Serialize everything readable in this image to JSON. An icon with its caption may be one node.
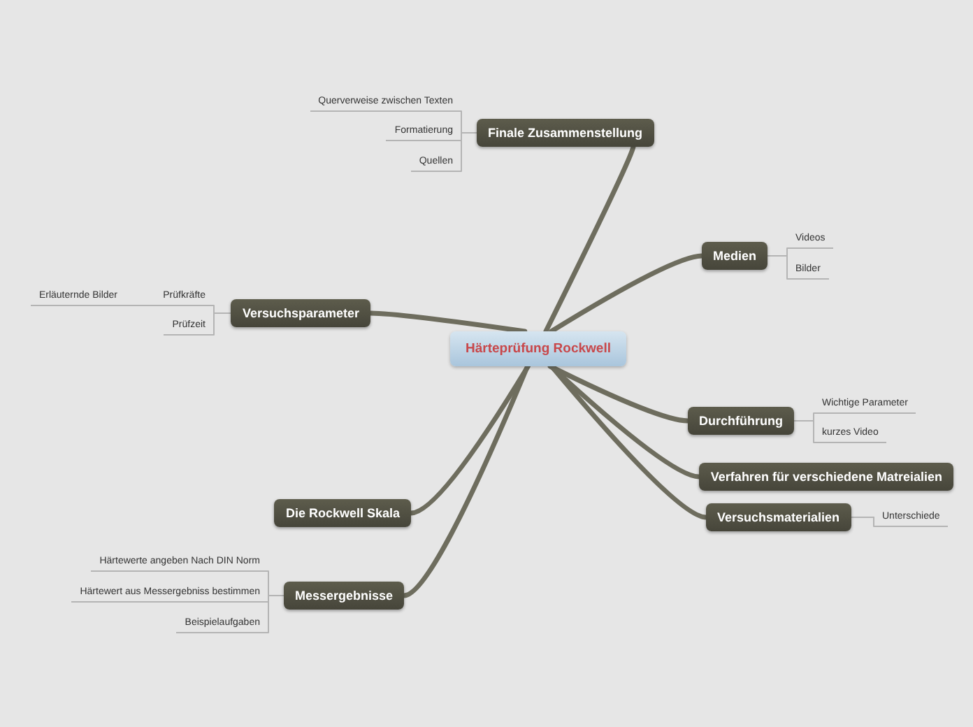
{
  "diagram": {
    "nodes": [
      {
        "text": [
          "Härteprüfung Rockwell"
        ]
      },
      {
        "text": [
          "Finale Zusammenstellung"
        ]
      },
      {
        "text": [
          "Querverweise zwischen Texten"
        ]
      },
      {
        "text": [
          "Formatierung"
        ]
      },
      {
        "text": [
          "Quellen"
        ]
      },
      {
        "text": [
          "Medien"
        ]
      },
      {
        "text": [
          "Videos"
        ]
      },
      {
        "text": [
          "Bilder"
        ]
      },
      {
        "text": [
          "Versuchsparameter"
        ]
      },
      {
        "text": [
          "Prüfkräfte"
        ]
      },
      {
        "text": [
          "Erläuternde Bilder"
        ]
      },
      {
        "text": [
          "Prüfzeit"
        ]
      },
      {
        "text": [
          "Durchführung"
        ]
      },
      {
        "text": [
          "Wichtige Parameter"
        ]
      },
      {
        "text": [
          "kurzes Video"
        ]
      },
      {
        "text": [
          "Verfahren für verschiedene Matreialien"
        ]
      },
      {
        "text": [
          "Die Rockwell Skala"
        ]
      },
      {
        "text": [
          "Versuchsmaterialien"
        ]
      },
      {
        "text": [
          "Unterschiede"
        ]
      },
      {
        "text": [
          "Messergebnisse"
        ]
      },
      {
        "text": [
          "Härtewerte angeben Nach DIN Norm"
        ]
      },
      {
        "text": [
          "Härtewert aus Messergebniss bestimmen"
        ]
      },
      {
        "text": [
          "Beispielaufgaben"
        ]
      }
    ],
    "edges": [
      {
        "from": 0,
        "to": 1,
        "arrow": "none",
        "style": "thick",
        "color": "#6e6d5e"
      },
      {
        "from": 1,
        "to": 2,
        "arrow": "none"
      },
      {
        "from": 1,
        "to": 3,
        "arrow": "none"
      },
      {
        "from": 1,
        "to": 4,
        "arrow": "none"
      },
      {
        "from": 0,
        "to": 5,
        "arrow": "none",
        "style": "thick",
        "color": "#6e6d5e"
      },
      {
        "from": 5,
        "to": 6,
        "arrow": "none"
      },
      {
        "from": 5,
        "to": 7,
        "arrow": "none"
      },
      {
        "from": 0,
        "to": 8,
        "arrow": "none",
        "style": "thick",
        "color": "#6e6d5e"
      },
      {
        "from": 8,
        "to": 9,
        "arrow": "none"
      },
      {
        "from": 9,
        "to": 10,
        "arrow": "none"
      },
      {
        "from": 8,
        "to": 11,
        "arrow": "none"
      },
      {
        "from": 0,
        "to": 12,
        "arrow": "none",
        "style": "thick",
        "color": "#6e6d5e"
      },
      {
        "from": 12,
        "to": 13,
        "arrow": "none"
      },
      {
        "from": 12,
        "to": 14,
        "arrow": "none"
      },
      {
        "from": 0,
        "to": 15,
        "arrow": "none",
        "style": "thick",
        "color": "#6e6d5e"
      },
      {
        "from": 0,
        "to": 16,
        "arrow": "none",
        "style": "thick",
        "color": "#6e6d5e"
      },
      {
        "from": 0,
        "to": 17,
        "arrow": "none",
        "style": "thick",
        "color": "#6e6d5e"
      },
      {
        "from": 17,
        "to": 18,
        "arrow": "none"
      },
      {
        "from": 0,
        "to": 19,
        "arrow": "none",
        "style": "thick",
        "color": "#6e6d5e"
      },
      {
        "from": 19,
        "to": 20,
        "arrow": "none"
      },
      {
        "from": 19,
        "to": 21,
        "arrow": "none"
      },
      {
        "from": 19,
        "to": 22,
        "arrow": "none"
      }
    ]
  }
}
